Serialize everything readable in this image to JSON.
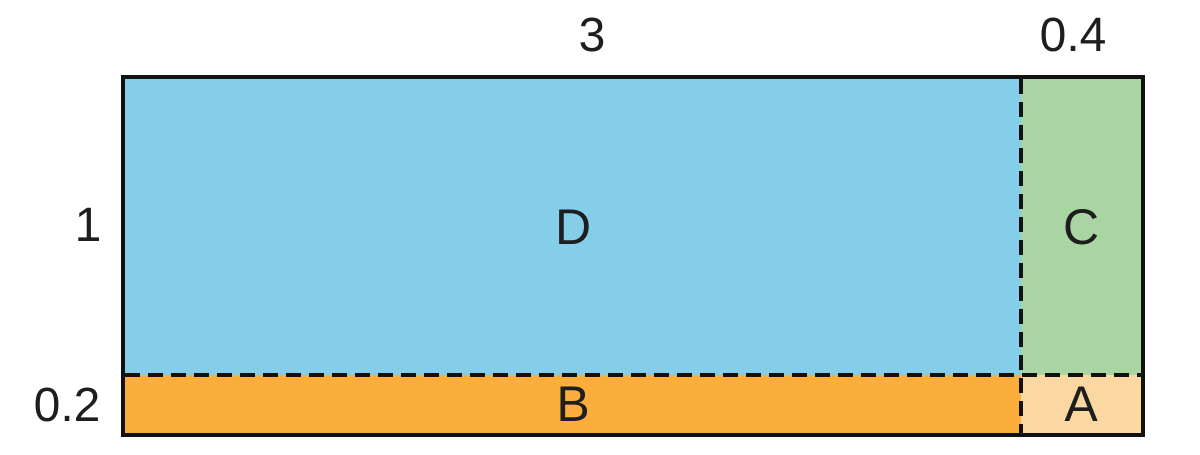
{
  "diagram": {
    "width_labels": {
      "major": "3",
      "minor": "0.4"
    },
    "height_labels": {
      "major": "1",
      "minor": "0.2"
    },
    "regions": {
      "D": {
        "label": "D",
        "color": "#85CEEA"
      },
      "C": {
        "label": "C",
        "color": "#A9D5A2"
      },
      "B": {
        "label": "B",
        "color": "#FBAE3B"
      },
      "A": {
        "label": "A",
        "color": "#FBD8A2"
      }
    },
    "colors": {
      "line": "#111111",
      "text": "#1E1E1E",
      "background": "#FFFFFF"
    }
  }
}
